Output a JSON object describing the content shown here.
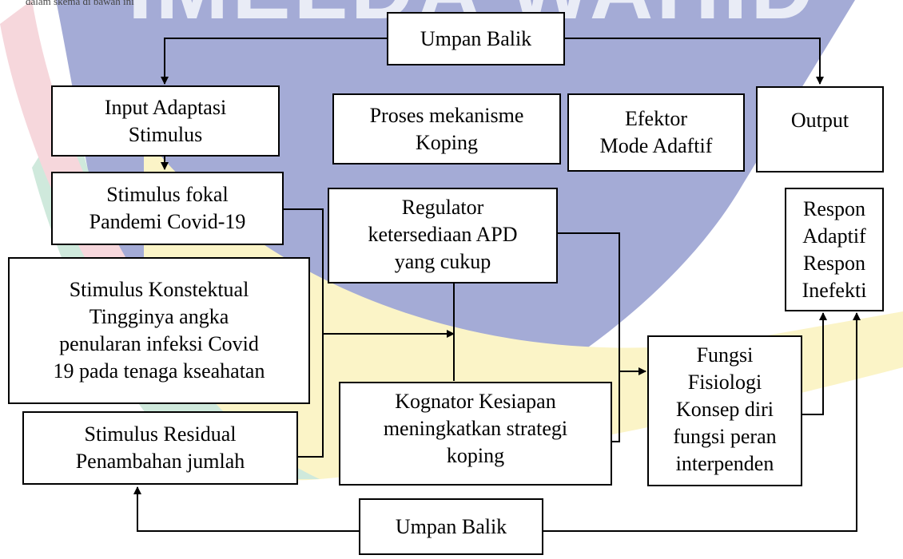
{
  "watermark": {
    "caption": "dalam skema di bawah ini",
    "logo_text": "IMELDA WAHID"
  },
  "nodes": {
    "feedback_top": {
      "lines": [
        "Umpan Balik"
      ]
    },
    "input": {
      "lines": [
        "Input Adaptasi",
        "Stimulus"
      ]
    },
    "proses": {
      "lines": [
        "Proses mekanisme",
        "Koping"
      ]
    },
    "efektor": {
      "lines": [
        "Efektor",
        "Mode Adaftif"
      ]
    },
    "output": {
      "lines": [
        "Output"
      ]
    },
    "fokal": {
      "lines": [
        "Stimulus fokal",
        "Pandemi Covid-19"
      ]
    },
    "regulator": {
      "lines": [
        "Regulator",
        "ketersediaan APD",
        "yang cukup"
      ]
    },
    "respon": {
      "lines": [
        "Respon",
        "Adaptif",
        "Respon",
        "Inefekti"
      ]
    },
    "konstektual": {
      "lines": [
        "Stimulus Konstektual",
        "Tingginya angka",
        "penularan infeksi Covid",
        "19 pada tenaga kseahatan"
      ]
    },
    "fungsi": {
      "lines": [
        "Fungsi",
        "Fisiologi",
        "Konsep diri",
        "fungsi peran",
        "interpenden"
      ]
    },
    "kognator": {
      "lines": [
        "Kognator Kesiapan",
        "meningkatkan strategi",
        "koping"
      ]
    },
    "residual": {
      "lines": [
        "Stimulus Residual",
        "Penambahan jumlah"
      ]
    },
    "feedback_bottom": {
      "lines": [
        "Umpan Balik"
      ]
    }
  }
}
